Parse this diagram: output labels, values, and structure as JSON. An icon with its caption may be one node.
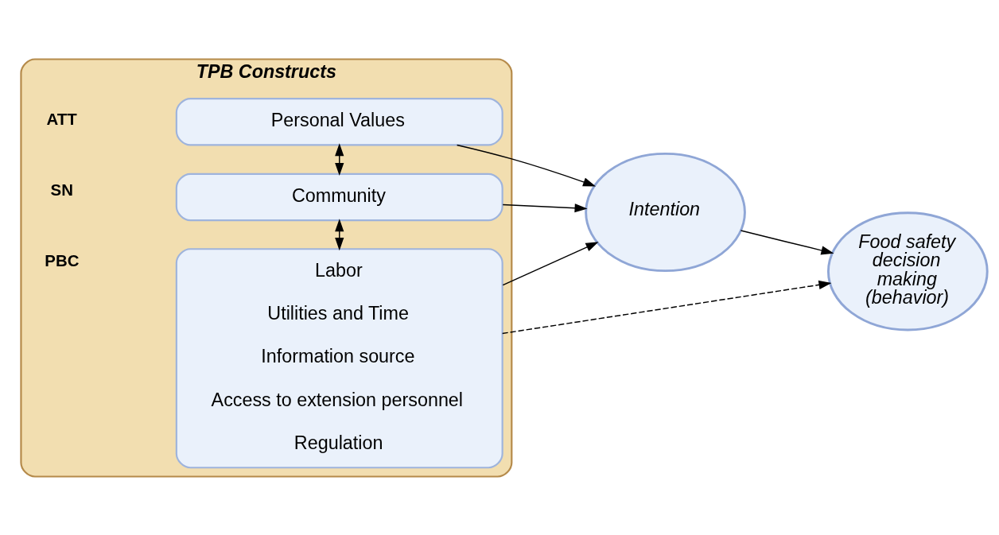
{
  "diagram": {
    "nodes": [
      {
        "text": [
          "TPB Constructs"
        ]
      },
      {
        "text": [
          "Personal Values"
        ],
        "in": 0
      },
      {
        "text": [
          "Community"
        ],
        "in": 0
      },
      {
        "text": [
          "Labor",
          "Utilities and Time",
          "Information source",
          "Access to extension personnel",
          "Regulation"
        ],
        "in": 0
      },
      {
        "text": [
          "Intention"
        ]
      },
      {
        "text": [
          "Food safety decision making (behavior)"
        ]
      }
    ],
    "edges": [
      {
        "from": 1,
        "to": 2,
        "arrow": "both"
      },
      {
        "from": 2,
        "to": 3,
        "arrow": "both"
      },
      {
        "from": 1,
        "to": 4,
        "arrow": "to"
      },
      {
        "from": 2,
        "to": 4,
        "arrow": "to"
      },
      {
        "from": 3,
        "to": 4,
        "arrow": "to"
      },
      {
        "from": 4,
        "to": 5,
        "arrow": "to"
      },
      {
        "from": 3,
        "to": 5,
        "arrow": "to",
        "style": "dashed"
      }
    ],
    "labels": [
      "ATT",
      "SN",
      "PBC"
    ]
  }
}
